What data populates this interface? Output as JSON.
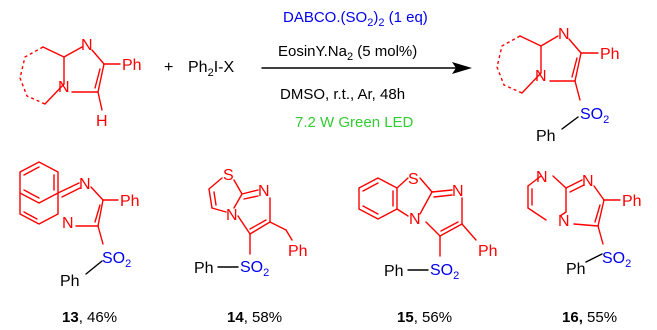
{
  "colors": {
    "core": "#ff0000",
    "sulfonyl": "#0000ee",
    "plain": "#000000",
    "light": "#33cc33"
  },
  "reaction": {
    "reagent": "Ph2I-X",
    "plus": "+",
    "conditions": {
      "above_1": "DABCO.(SO2)2 (1 eq)",
      "above_2": "EosinY.Na2 (5 mol%)",
      "below_1": "DMSO, r.t., Ar, 48h",
      "below_2": "7.2 W Green LED"
    }
  },
  "atoms": {
    "N": "N",
    "S": "S",
    "H": "H",
    "Ph": "Ph",
    "SO2": "SO2"
  },
  "products": [
    {
      "number": "13",
      "yield": "46%"
    },
    {
      "number": "14",
      "yield": "58%"
    },
    {
      "number": "15",
      "yield": "56%"
    },
    {
      "number": "16",
      "yield": "55%"
    }
  ]
}
